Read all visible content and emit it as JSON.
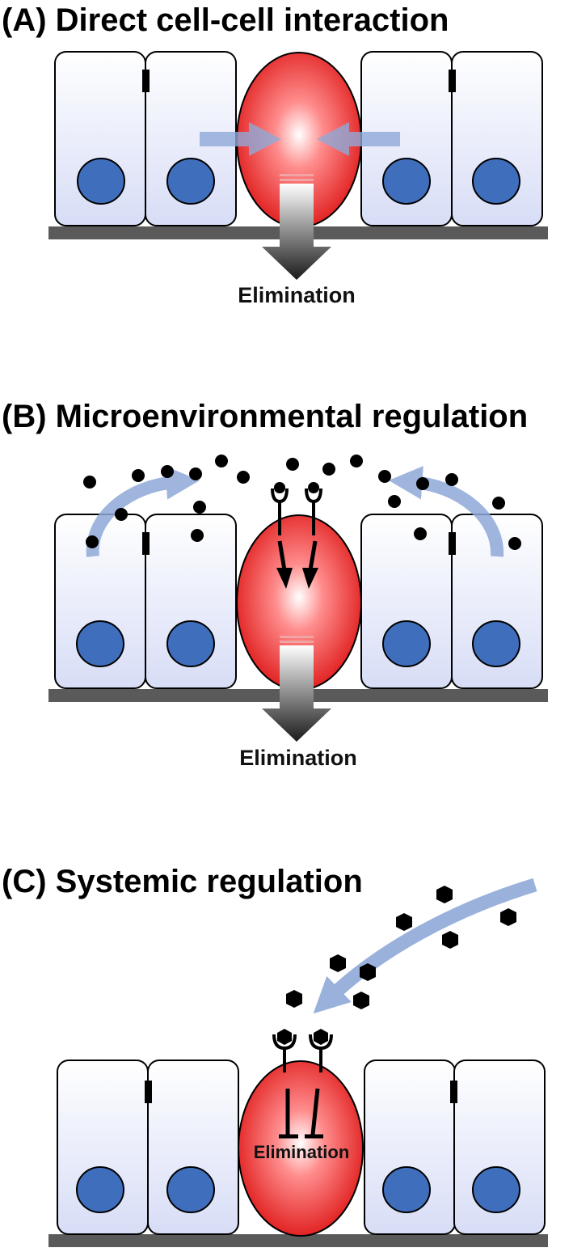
{
  "panels": [
    {
      "title": "(A) Direct cell-cell interaction",
      "label": "Elimination"
    },
    {
      "title": "(B) Microenvironmental regulation",
      "label": "Elimination"
    },
    {
      "title": "(C) Systemic regulation",
      "label": "Elimination"
    }
  ],
  "colors": {
    "cell_fill": "#e6eaf8",
    "cell_edge": "#ffffff",
    "nucleus": "#3f6fbc",
    "target_cell_center": "#ffffff",
    "target_cell_edge": "#e01d1d",
    "membrane": "#5a5a5a",
    "signal_arrow": "#8fa9d8",
    "molecule": "#000000"
  }
}
